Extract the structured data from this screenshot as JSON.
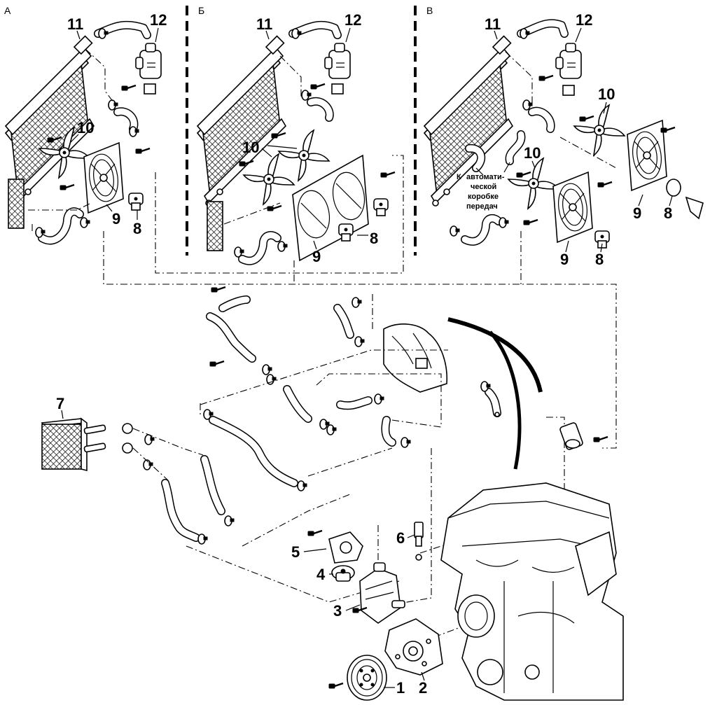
{
  "panels": [
    {
      "letter": "А",
      "labels": {
        "p11": "11",
        "p12": "12",
        "p10": "10",
        "p9": "9",
        "p8": "8"
      }
    },
    {
      "letter": "Б",
      "labels": {
        "p11": "11",
        "p12": "12",
        "p10": "10",
        "p9": "9",
        "p8": "8"
      }
    },
    {
      "letter": "В",
      "labels": {
        "p11": "11",
        "p12": "12",
        "p10a": "10",
        "p10b": "10",
        "p9a": "9",
        "p9b": "9",
        "p8a": "8",
        "p8b": "8"
      }
    }
  ],
  "note_lines": [
    "К",
    "автомати-",
    "ческой",
    "коробке",
    "передач"
  ],
  "callouts": {
    "p1": "1",
    "p2": "2",
    "p3": "3",
    "p4": "4",
    "p5": "5",
    "p6": "6",
    "p7": "7"
  }
}
